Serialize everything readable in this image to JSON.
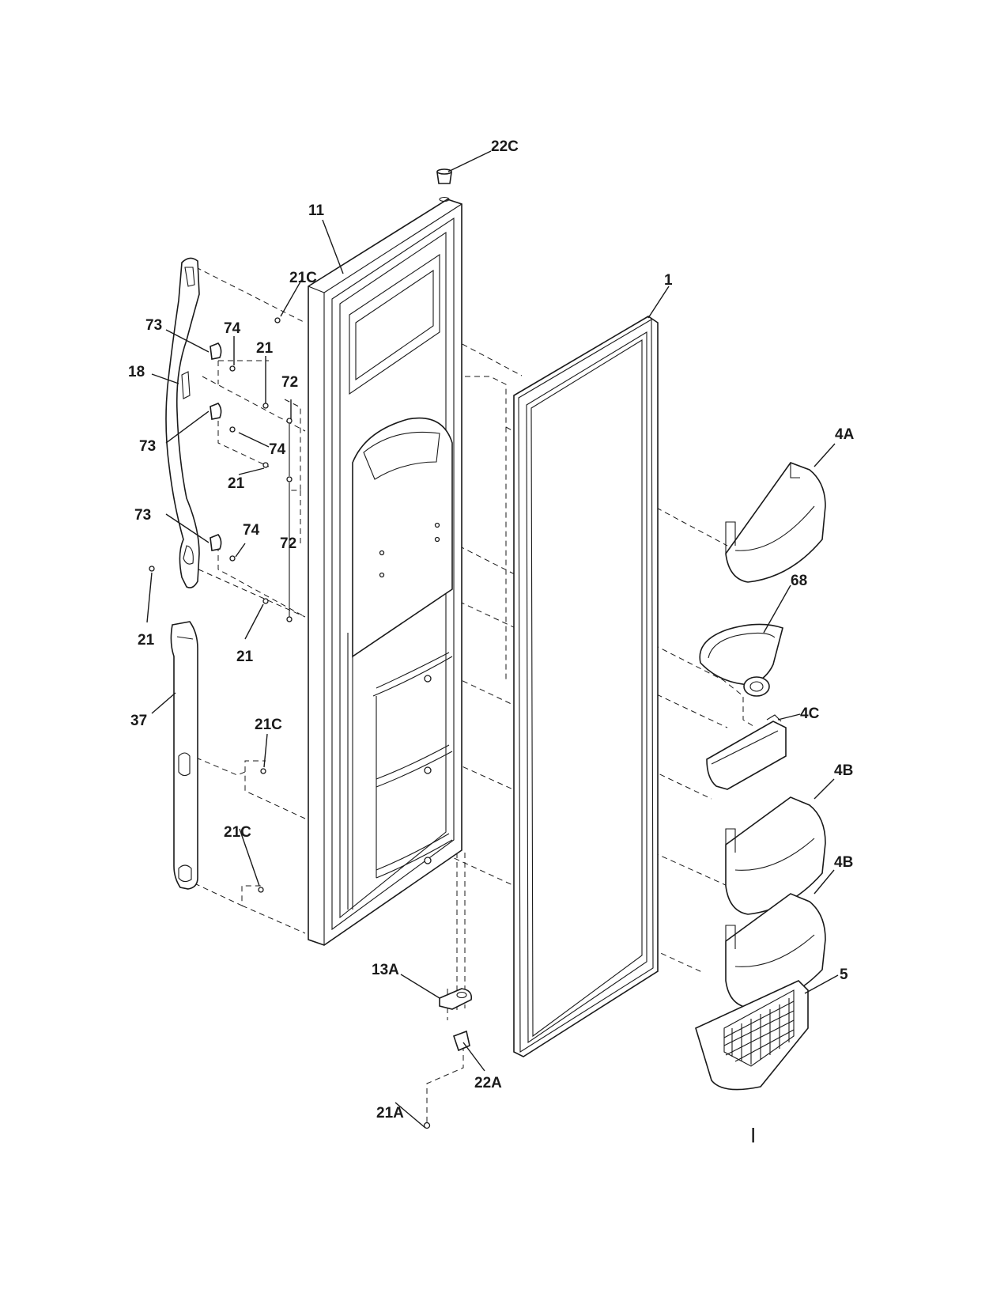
{
  "diagram": {
    "labels": {
      "l_22c": "22C",
      "l_11": "11",
      "l_21c_top": "21C",
      "l_1": "1",
      "l_73_a": "73",
      "l_74_a": "74",
      "l_21_a": "21",
      "l_18": "18",
      "l_72_a": "72",
      "l_73_b": "73",
      "l_74_b": "74",
      "l_21_b": "21",
      "l_73_c": "73",
      "l_74_c": "74",
      "l_72_b": "72",
      "l_21_c": "21",
      "l_21_d": "21",
      "l_37": "37",
      "l_21c_mid": "21C",
      "l_21c_low": "21C",
      "l_4a": "4A",
      "l_68": "68",
      "l_4c": "4C",
      "l_4b_a": "4B",
      "l_4b_b": "4B",
      "l_5": "5",
      "l_13a": "13A",
      "l_22a": "22A",
      "l_21a": "21A"
    },
    "footer_mark": "|"
  }
}
